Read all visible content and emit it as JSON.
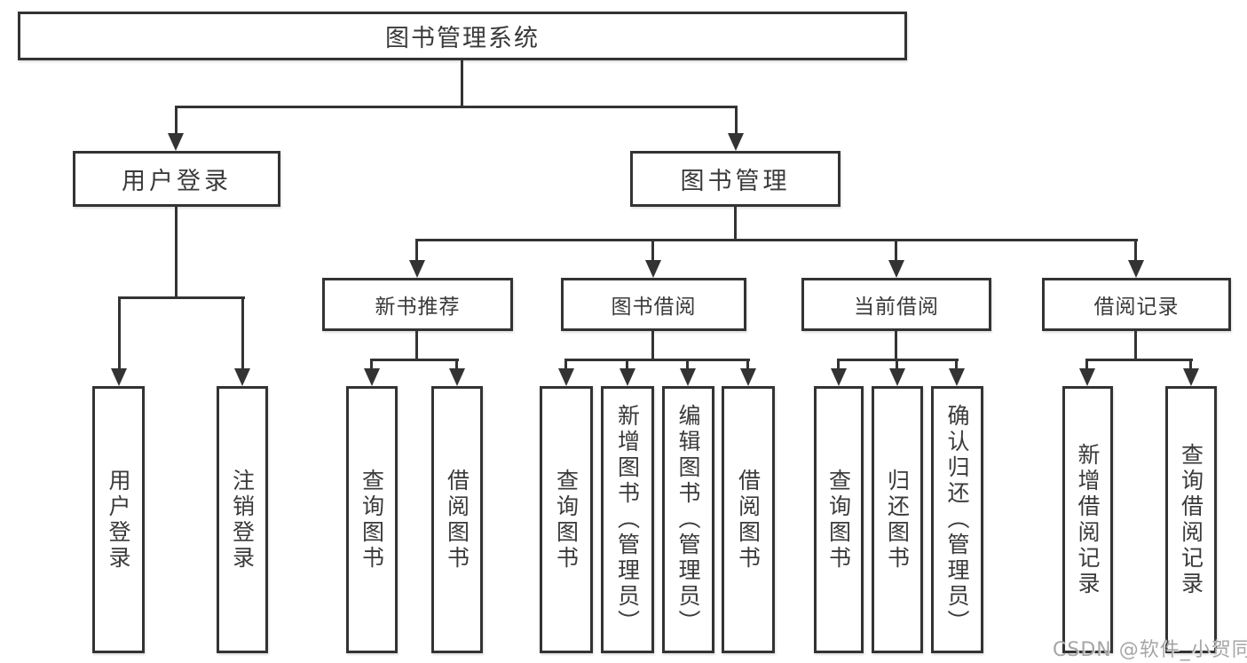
{
  "diagram": {
    "root": {
      "label": "图书管理系统"
    },
    "children": [
      {
        "label": "用户登录",
        "children": [
          {
            "label": "用户登录"
          },
          {
            "label": "注销登录"
          }
        ]
      },
      {
        "label": "图书管理",
        "children": [
          {
            "label": "新书推荐",
            "children": [
              {
                "label": "查询图书"
              },
              {
                "label": "借阅图书"
              }
            ]
          },
          {
            "label": "图书借阅",
            "children": [
              {
                "label": "查询图书"
              },
              {
                "label": "新增图书（管理员）"
              },
              {
                "label": "编辑图书（管理员）"
              },
              {
                "label": "借阅图书"
              }
            ]
          },
          {
            "label": "当前借阅",
            "children": [
              {
                "label": "查询图书"
              },
              {
                "label": "归还图书"
              },
              {
                "label": "确认归还（管理员）"
              }
            ]
          },
          {
            "label": "借阅记录",
            "children": [
              {
                "label": "新增借阅记录"
              },
              {
                "label": "查询借阅记录"
              }
            ]
          }
        ]
      }
    ]
  },
  "watermark": {
    "text": "CSDN @软件_小贺同学"
  },
  "colors": {
    "line": "#333333",
    "text": "#3a3a3a",
    "watermark": "#a6a6a6",
    "background": "#ffffff"
  }
}
